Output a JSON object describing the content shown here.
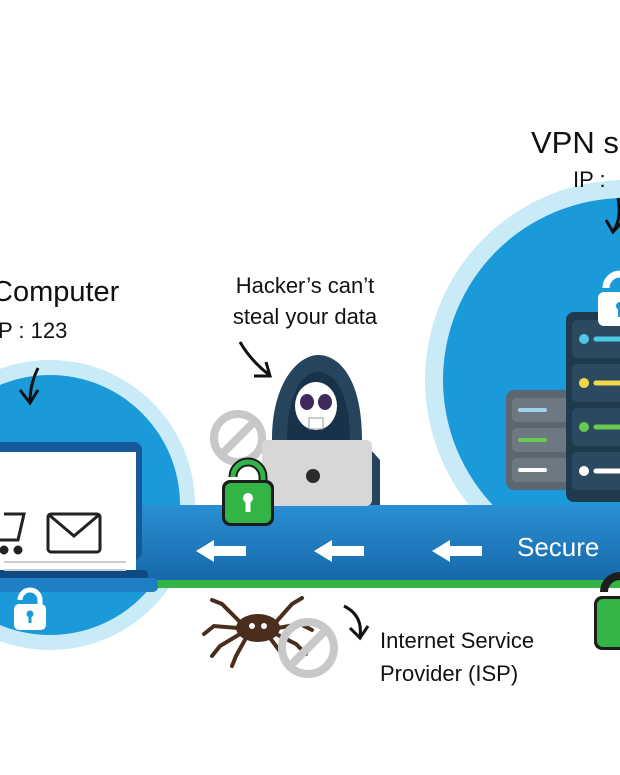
{
  "computer": {
    "title": "Computer",
    "ip": "P : 123"
  },
  "hacker": {
    "caption_line1": "Hacker’s can’t",
    "caption_line2": "steal your data"
  },
  "vpn": {
    "title": "VPN s",
    "ip": "IP :"
  },
  "tunnel": {
    "label": "Secure"
  },
  "isp": {
    "line1": "Internet Service",
    "line2": "Provider (ISP)"
  },
  "colors": {
    "tunnel_blue": "#1f7fc4",
    "cloud_blue": "#1a9ad9",
    "cloud_light": "#bfe6f7",
    "green": "#32b447",
    "server_dark": "#1f3a4d",
    "server_gray": "#5c6670"
  },
  "icons": [
    "laptop-icon",
    "cart-icon",
    "mail-icon",
    "lock-icon",
    "hacker-icon",
    "no-sign-icon",
    "spider-icon",
    "server-icon",
    "arrow-left-icon"
  ]
}
